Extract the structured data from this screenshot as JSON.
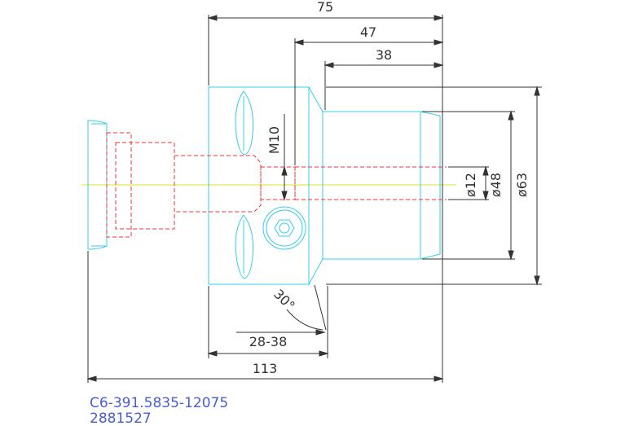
{
  "drawing": {
    "dimensions": {
      "overall_75": "75",
      "length_47": "47",
      "length_38": "38",
      "thread": "M10",
      "dia_12": "ø12",
      "dia_48": "ø48",
      "dia_63": "ø63",
      "angle": "30°",
      "range": "28-38",
      "total_113": "113"
    },
    "part_number": "C6-391.5835-12075",
    "item_number": "2881527"
  },
  "colors": {
    "outline": "#33ccee",
    "hidden": "#ee3333",
    "dimension": "#333333",
    "centerline": "#e8e020",
    "reference_text": "#4a5bd6"
  }
}
